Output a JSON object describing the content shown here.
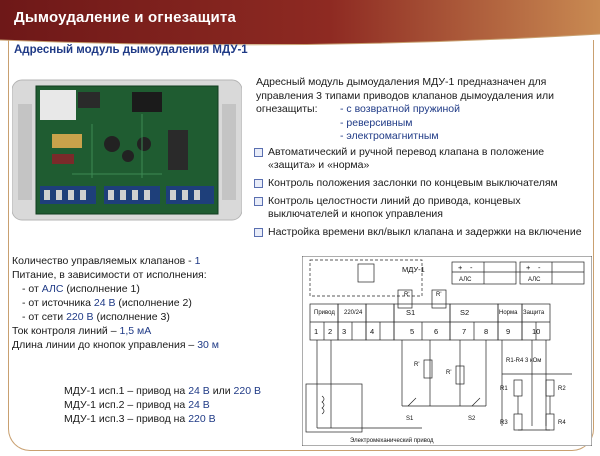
{
  "header": {
    "title": "Дымоудаление и огнезащита"
  },
  "subtitle": "Адресный модуль дымоудаления МДУ-1",
  "intro": {
    "text_line1": "Адресный модуль дымоудаления МДУ-1 предназначен для",
    "text_line2": "управления 3 типами приводов клапанов дымоудаления или",
    "text_line3": "огнезащиты:",
    "types": [
      "- с возвратной пружиной",
      "- реверсивным",
      "- электромагнитным"
    ]
  },
  "features": [
    "Автоматический и ручной перевод клапана в положение «защита» и «норма»",
    "Контроль положения заслонки по концевым выключателям",
    "Контроль целостности линий до привода, концевых выключателей и кнопок управления",
    "Настройка времени вкл/выкл клапана и задержки на включение"
  ],
  "specs": {
    "valves_label": "Количество управляемых клапанов - ",
    "valves_value": "1",
    "power_label": "Питание, в зависимости от исполнения:",
    "power1_prefix": "- от ",
    "power1_value": "АЛС",
    "power1_suffix": " (исполнение 1)",
    "power2_prefix": "- от источника ",
    "power2_value": "24 В",
    "power2_suffix": " (исполнение 2)",
    "power3_prefix": "- от сети ",
    "power3_value": "220 В",
    "power3_suffix": " (исполнение 3)",
    "current_label": "Ток контроля линий – ",
    "current_value": "1,5 мА",
    "length_label": "Длина линии до кнопок управления – ",
    "length_value": "30 м"
  },
  "variants": [
    {
      "prefix": "МДУ-1 исп.1 – привод на ",
      "value": "24 В",
      "mid": " или  ",
      "value2": "220 В"
    },
    {
      "prefix": "МДУ-1 исп.2 – привод на ",
      "value": "24 В",
      "mid": "",
      "value2": ""
    },
    {
      "prefix": "МДУ-1 исп.3 – привод на ",
      "value": "220 В",
      "mid": "",
      "value2": ""
    }
  ],
  "diagram": {
    "module_label": "МДУ-1",
    "als_left": "АЛС",
    "als_right": "АЛС",
    "plus": "+",
    "minus": "-",
    "privod": "Привод",
    "v220": "220/24",
    "s1": "S1",
    "s2": "S2",
    "norma": "Норма",
    "zashita": "Защита",
    "terminals": [
      "1",
      "2",
      "3",
      "4",
      "5",
      "6",
      "7",
      "8",
      "9",
      "10"
    ],
    "r1_r4": "R1-R4  3 кОм",
    "r_labels": [
      "R1",
      "R2",
      "R3",
      "R4"
    ],
    "r_small": [
      "R'",
      "R'",
      "R'",
      "R'"
    ],
    "footer": "Электромеханический привод"
  },
  "colors": {
    "header": "#7a1c1c",
    "accent_text": "#1f3a86",
    "board": "#1d5a2e",
    "case": "#dcdcdc"
  }
}
